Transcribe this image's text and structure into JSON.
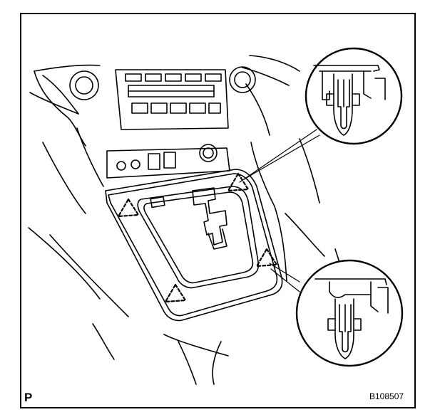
{
  "figure": {
    "corner_label": "P",
    "figure_code": "B108507"
  },
  "markers": {
    "clip_location_count": 4,
    "marker_shape": "dashed-triangle"
  }
}
